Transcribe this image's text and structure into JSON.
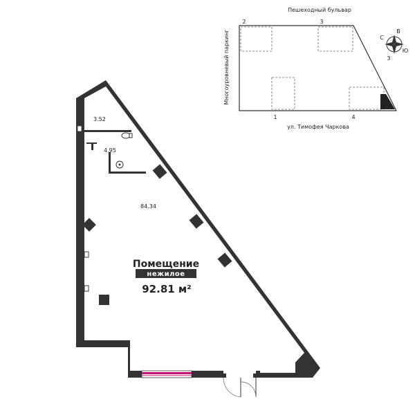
{
  "site_plan": {
    "top_street": "Пешеходный бульвар",
    "left_side": "Многоуровневый паркинг",
    "bottom_street": "ул. Тимофея Чаркова",
    "entrances": [
      "1",
      "2",
      "3",
      "4"
    ]
  },
  "compass": {
    "north": "С",
    "east": "В",
    "south": "Ю",
    "west": "З"
  },
  "rooms": {
    "wc1_area": "3.52",
    "wc2_area": "4.95",
    "main_area": "84.34"
  },
  "summary": {
    "title": "Помещение",
    "type": "нежилое",
    "total_area": "92.81 м²"
  },
  "colors": {
    "wall": "#333333",
    "window_accent": "#c8147a",
    "badge_bg": "#333333",
    "highlight": "#222222"
  }
}
